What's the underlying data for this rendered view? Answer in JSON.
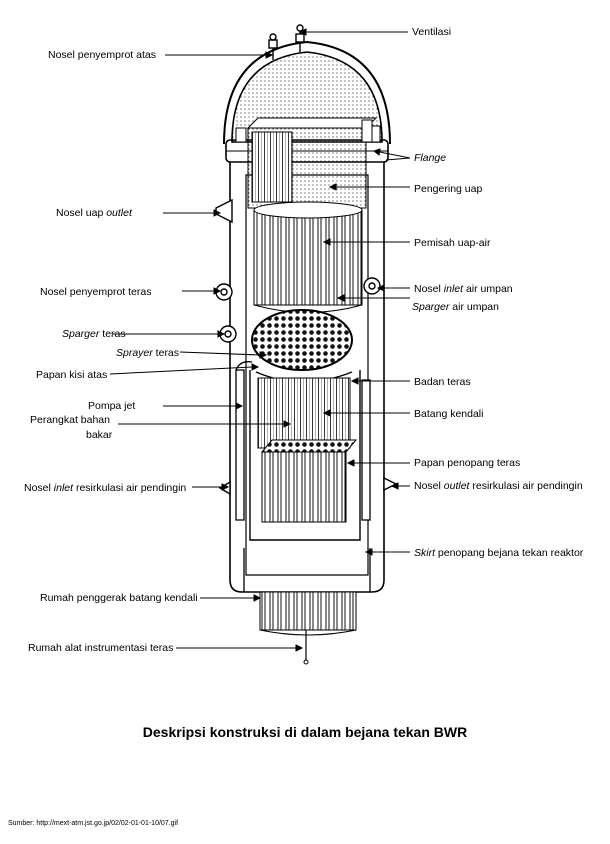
{
  "caption": "Deskripsi konstruksi di dalam bejana tekan BWR",
  "source": "Sumber: http://mext-atm.jst.go.jp/02/02-01-01-10/07.gif",
  "labels": {
    "ventilasi": "Ventilasi",
    "nosel_penyemprot_atas": "Nosel penyemprot atas",
    "flange": "Flange",
    "pengering_uap": "Pengering uap",
    "nosel_uap_outlet_a": "Nosel uap ",
    "nosel_uap_outlet_b": "outlet",
    "pemisah_uap_air": "Pemisah uap-air",
    "nosel_penyemprot_teras": "Nosel penyemprot teras",
    "nosel_inlet_air_umpan_a": "Nosel ",
    "nosel_inlet_air_umpan_b": "inlet",
    "nosel_inlet_air_umpan_c": " air umpan",
    "sparger_air_umpan_a": "Sparger",
    "sparger_air_umpan_b": " air umpan",
    "sparger_teras_a": "Sparger",
    "sparger_teras_b": " teras",
    "sprayer_teras_a": "Sprayer",
    "sprayer_teras_b": " teras",
    "papan_kisi_atas": "Papan kisi atas",
    "badan_teras": "Badan teras",
    "pompa_jet": "Pompa jet",
    "perangkat_bahan_bakar_1": "Perangkat bahan",
    "perangkat_bahan_bakar_2": "bakar",
    "batang_kendali": "Batang kendali",
    "papan_penopang_teras": "Papan penopang teras",
    "nosel_inlet_resirkulasi_a": "Nosel ",
    "nosel_inlet_resirkulasi_b": "inlet",
    "nosel_inlet_resirkulasi_c": " resirkulasi air pendingin",
    "nosel_outlet_resirkulasi_a": "Nosel ",
    "nosel_outlet_resirkulasi_b": "outlet",
    "nosel_outlet_resirkulasi_c": " resirkulasi air pendingin",
    "skirt_a": "Skirt",
    "skirt_b": " penopang bejana tekan reaktor",
    "rumah_penggerak": "Rumah penggerak batang kendali",
    "rumah_instrumentasi": "Rumah alat instrumentasi teras"
  }
}
